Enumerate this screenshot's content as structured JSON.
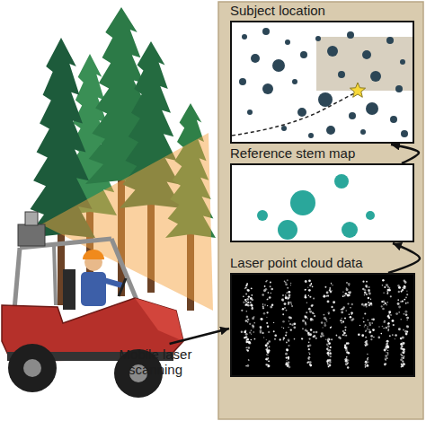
{
  "diagram": {
    "nodes": [
      {
        "text": [
          "Subject location"
        ]
      },
      {
        "text": [
          "Reference stem map"
        ]
      },
      {
        "text": [
          "Laser point cloud data"
        ]
      },
      {
        "text": [
          "Mobile laser scanning"
        ]
      }
    ],
    "edges": [
      {
        "from": 3,
        "to": 2,
        "arrow": "to"
      },
      {
        "from": 2,
        "to": 1,
        "arrow": "to"
      },
      {
        "from": 1,
        "to": 0,
        "arrow": "to"
      }
    ]
  }
}
